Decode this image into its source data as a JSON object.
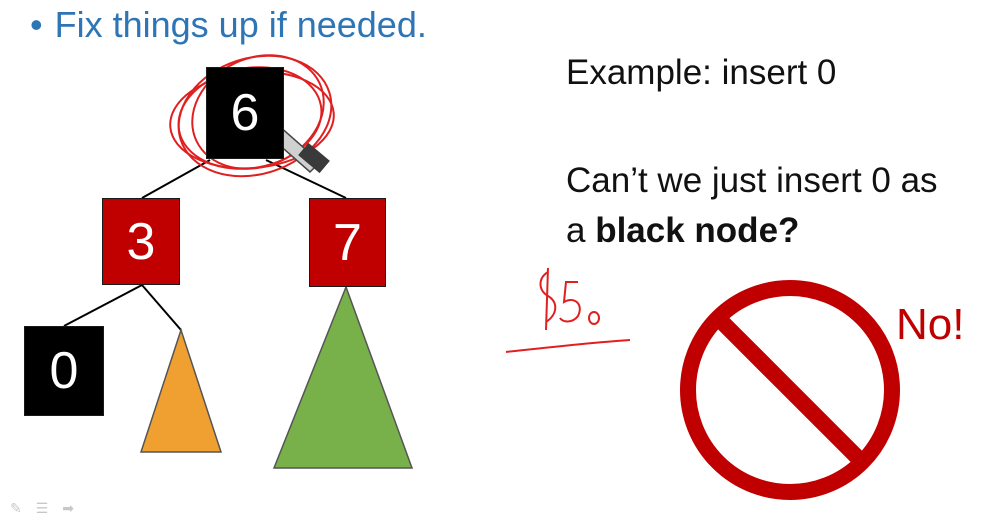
{
  "slide": {
    "bullet_marker": "•",
    "bullet_text": "Fix things up if needed.",
    "example_title": "Example: insert 0",
    "question_line1": "Can’t we just insert 0 as",
    "question_line2_prefix": "a ",
    "question_line2_bold": "black node?",
    "answer": "No!",
    "handwritten_note": "$5."
  },
  "tree": {
    "nodes": [
      {
        "label": "6",
        "color": "black"
      },
      {
        "label": "3",
        "color": "red"
      },
      {
        "label": "7",
        "color": "red"
      },
      {
        "label": "0",
        "color": "black"
      }
    ],
    "subtree_colors": {
      "small": "#f0a030",
      "large": "#78b04a"
    }
  },
  "colors": {
    "red_node": "#c00000",
    "black_node": "#000000",
    "bullet": "#2e75b6",
    "annotation": "#e02020"
  },
  "toolbar": {
    "icons": [
      "pen-icon",
      "menu-icon",
      "next-slide-icon"
    ],
    "glyphs": [
      "✎",
      "☰",
      "➡"
    ]
  }
}
